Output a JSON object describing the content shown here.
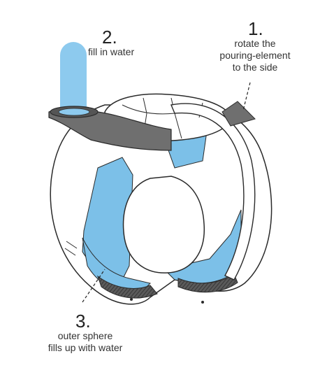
{
  "colors": {
    "water": "#7cc0e8",
    "water_stream": "#8dcaee",
    "pouring_element": "#6f6f6f",
    "outline": "#2a2a2a",
    "background": "#ffffff"
  },
  "steps": [
    {
      "number": "1.",
      "lines": [
        "rotate the",
        "pouring-element",
        "to the side"
      ]
    },
    {
      "number": "2.",
      "lines": [
        "fill in water"
      ]
    },
    {
      "number": "3.",
      "lines": [
        "outer sphere",
        "fills up with water"
      ]
    }
  ]
}
